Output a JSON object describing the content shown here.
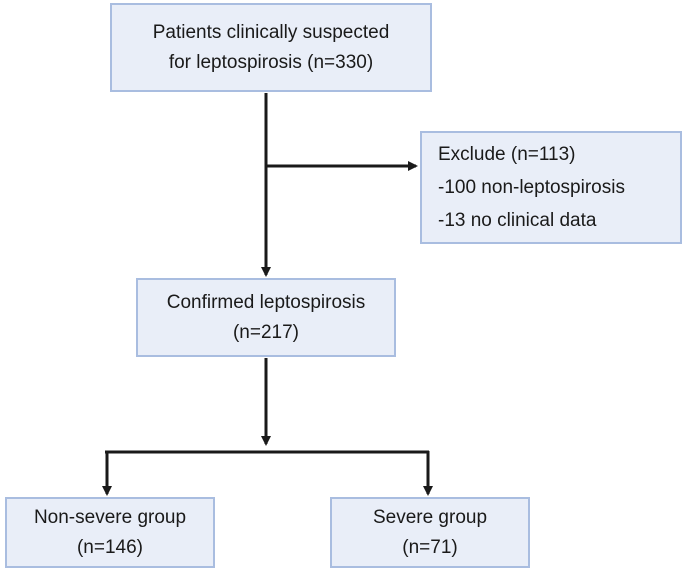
{
  "flowchart": {
    "start": {
      "line1": "Patients clinically suspected",
      "line2": "for leptospirosis (n=330)"
    },
    "exclude": {
      "title": "Exclude (n=113)",
      "item1": "-100 non-leptospirosis",
      "item2": "-13 no clinical data"
    },
    "confirmed": {
      "line1": "Confirmed leptospirosis",
      "line2": "(n=217)"
    },
    "non_severe": {
      "line1": "Non-severe group",
      "line2": "(n=146)"
    },
    "severe": {
      "line1": "Severe group",
      "line2": "(n=71)"
    }
  },
  "colors": {
    "box_fill": "#e9eef8",
    "box_border": "#a9bde0",
    "arrow": "#1a1a1a"
  }
}
